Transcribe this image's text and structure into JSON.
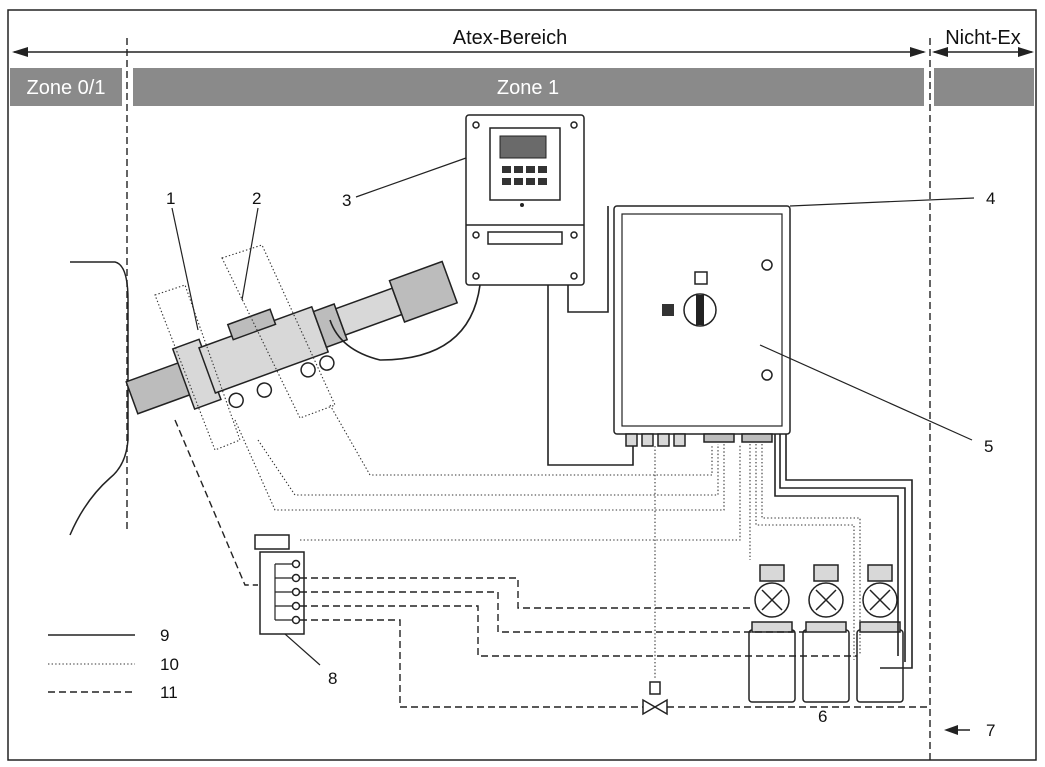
{
  "header": {
    "atex_label": "Atex-Bereich",
    "nicht_ex_label": "Nicht-Ex"
  },
  "zones": {
    "zone01": "Zone 0/1",
    "zone1": "Zone 1"
  },
  "callouts": [
    "1",
    "2",
    "3",
    "4",
    "5",
    "6",
    "7",
    "8"
  ],
  "legend": [
    {
      "number": "9",
      "style": "solid"
    },
    {
      "number": "10",
      "style": "dotted"
    },
    {
      "number": "11",
      "style": "dashed"
    }
  ],
  "colors": {
    "zone_bar": "#8a8a8a",
    "line": "#222222",
    "part_fill": "#d8d8d8"
  }
}
